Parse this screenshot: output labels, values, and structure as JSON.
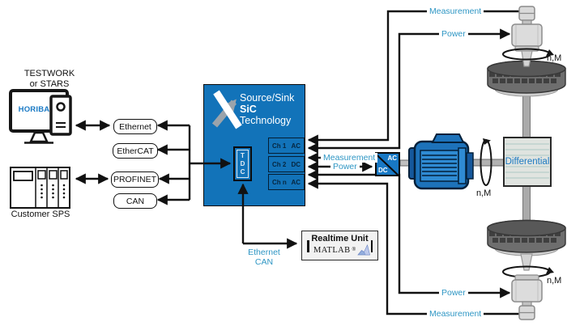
{
  "left_column": {
    "testwork_label": "TESTWORK\nor STARS",
    "horiba_logo": "HORIBA",
    "customer_sps_label": "Customer SPS",
    "protocols": [
      {
        "label": "Ethernet"
      },
      {
        "label": "EtherCAT"
      },
      {
        "label": "PROFINET"
      },
      {
        "label": "CAN"
      }
    ]
  },
  "source_sink_unit": {
    "title_line1": "Source/Sink",
    "title_line2": "SiC",
    "title_line3": "Technology",
    "tdc_letters": [
      "T",
      "D",
      "C"
    ],
    "channels": [
      {
        "name": "Ch 1",
        "type": "AC"
      },
      {
        "name": "Ch 2",
        "type": "DC"
      },
      {
        "name": "Ch n",
        "type": "AC"
      }
    ]
  },
  "converter": {
    "top": "AC",
    "bottom": "DC"
  },
  "labels": {
    "measurement": "Measurement",
    "power": "Power",
    "n_m": "n,M",
    "ethernet_can": "Ethernet\nCAN"
  },
  "drivetrain": {
    "differential_label": "Differential"
  },
  "realtime_unit": {
    "title": "Realtime Unit",
    "brand": "MATLAB",
    "registered": "®"
  },
  "colors": {
    "accent_blue": "#1273b9",
    "label_teal": "#2e96c4",
    "horiba_blue": "#1a7ac5",
    "differential_text_blue": "#1b79c2",
    "motor_blue": "#1d72ba",
    "line_black": "#111111"
  }
}
